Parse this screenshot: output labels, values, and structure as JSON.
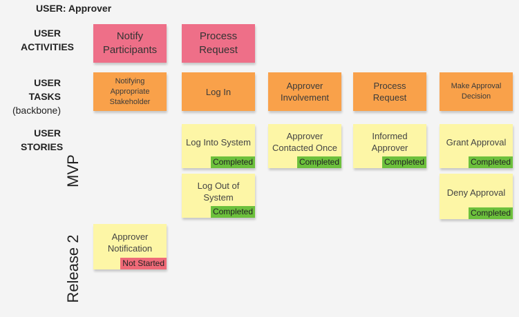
{
  "board": {
    "user_title": "USER: Approver",
    "rows": {
      "activities": [
        "USER",
        "ACTIVITIES"
      ],
      "tasks": [
        "USER TASKS",
        "(backbone)"
      ],
      "stories": [
        "USER",
        "STORIES"
      ]
    },
    "releases": {
      "mvp": "MVP",
      "release2": "Release 2"
    }
  },
  "activities": [
    {
      "label": "Notify\nParticipants"
    },
    {
      "label": "Process\nRequest"
    }
  ],
  "tasks": [
    {
      "label": "Notifying\nAppropriate\nStakeholder"
    },
    {
      "label": "Log In"
    },
    {
      "label": "Approver\nInvolvement"
    },
    {
      "label": "Process\nRequest"
    },
    {
      "label": "Make Approval\nDecision"
    }
  ],
  "stories": [
    {
      "label": "Log Into System",
      "status": "Completed"
    },
    {
      "label": "Log Out of\nSystem",
      "status": "Completed"
    },
    {
      "label": "Approver\nContacted Once",
      "status": "Completed"
    },
    {
      "label": "Informed\nApprover",
      "status": "Completed"
    },
    {
      "label": "Grant Approval",
      "status": "Completed"
    },
    {
      "label": "Deny Approval",
      "status": "Completed"
    },
    {
      "label": "Approver\nNotification",
      "status": "Not Started"
    }
  ],
  "colors": {
    "activity": "#ee6f88",
    "task": "#f9a14a",
    "story": "#fdf6a6",
    "completed": "#6cc03c",
    "not_started": "#ef6a78"
  }
}
